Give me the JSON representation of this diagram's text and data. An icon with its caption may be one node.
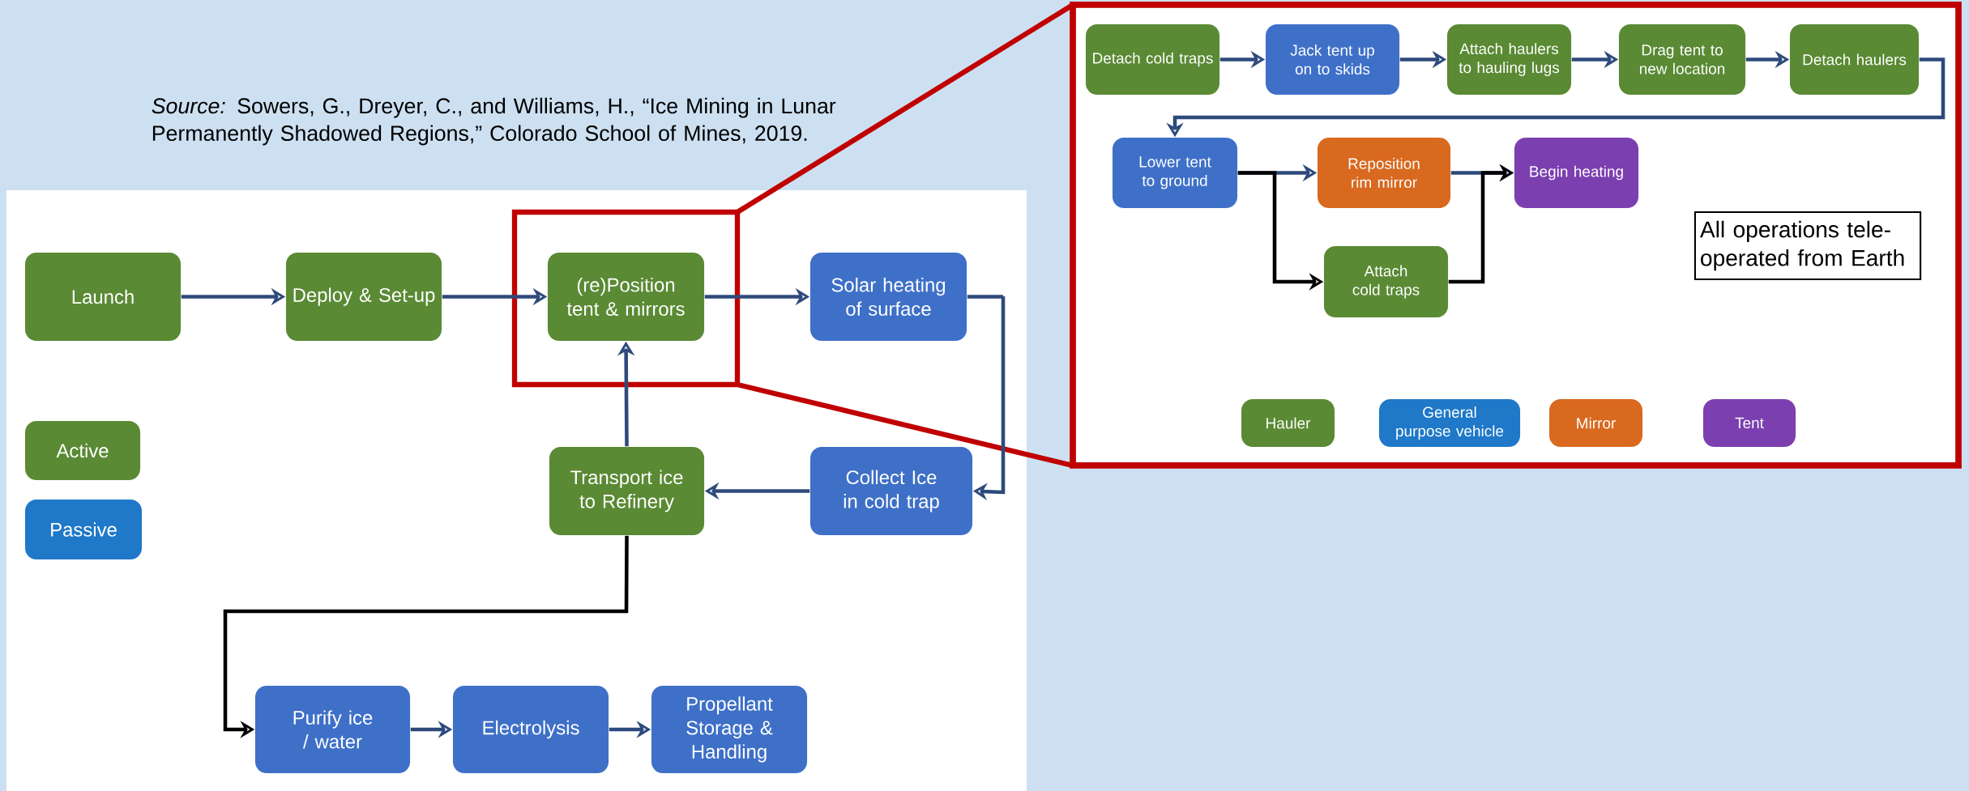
{
  "diagram": {
    "nodes": [
      {
        "text": [
          "Launch"
        ]
      },
      {
        "text": [
          "Deploy & Set-up"
        ]
      },
      {
        "text": [
          "(re)Position tent & mirrors"
        ]
      },
      {
        "text": [
          "Solar heating of surface"
        ]
      },
      {
        "text": [
          "Transport ice to Refinery"
        ]
      },
      {
        "text": [
          "Collect Ice in cold trap"
        ]
      },
      {
        "text": [
          "Purify ice / water"
        ]
      },
      {
        "text": [
          "Electrolysis"
        ]
      },
      {
        "text": [
          "Propellant Storage & Handling"
        ]
      },
      {
        "text": [
          "Detach cold traps"
        ]
      },
      {
        "text": [
          "Jack tent up on to skids"
        ]
      },
      {
        "text": [
          "Attach haulers to hauling lugs"
        ]
      },
      {
        "text": [
          "Drag tent to new location"
        ]
      },
      {
        "text": [
          "Detach haulers"
        ]
      },
      {
        "text": [
          "Lower tent to ground"
        ]
      },
      {
        "text": [
          "Reposition rim mirror"
        ]
      },
      {
        "text": [
          "Begin heating"
        ]
      },
      {
        "text": [
          "Attach cold traps"
        ]
      },
      {
        "text": [
          "All operations tele-operated from Earth"
        ]
      }
    ],
    "edges": [
      {
        "from": 0,
        "to": 1,
        "arrow": "to"
      },
      {
        "from": 1,
        "to": 2,
        "arrow": "to"
      },
      {
        "from": 2,
        "to": 3,
        "arrow": "to"
      },
      {
        "from": 3,
        "to": 5,
        "arrow": "to"
      },
      {
        "from": 5,
        "to": 4,
        "arrow": "to"
      },
      {
        "from": 4,
        "to": 2,
        "arrow": "to"
      },
      {
        "from": 4,
        "to": 6,
        "arrow": "to",
        "color": "#000000"
      },
      {
        "from": 6,
        "to": 7,
        "arrow": "to"
      },
      {
        "from": 7,
        "to": 8,
        "arrow": "to"
      },
      {
        "from": 9,
        "to": 10,
        "arrow": "to"
      },
      {
        "from": 10,
        "to": 11,
        "arrow": "to"
      },
      {
        "from": 11,
        "to": 12,
        "arrow": "to"
      },
      {
        "from": 12,
        "to": 13,
        "arrow": "to"
      },
      {
        "from": 13,
        "to": 14,
        "arrow": "to"
      },
      {
        "from": 14,
        "to": 15,
        "arrow": "to"
      },
      {
        "from": 14,
        "to": 17,
        "arrow": "to",
        "color": "#000000"
      },
      {
        "from": 15,
        "to": 16,
        "arrow": "to"
      },
      {
        "from": 17,
        "to": 16,
        "arrow": "to",
        "color": "#000000"
      }
    ],
    "labels": [
      "*Source:* Sowers, G., Dreyer, C., and Williams, H., “Ice Mining in Lunar Permanently Shadowed Regions,” Colorado School of Mines, 2019."
    ],
    "legend": [
      {
        "text": "Active",
        "color": "#5a8a34"
      },
      {
        "text": "Passive",
        "color": "#1f78c8"
      },
      {
        "text": "Hauler",
        "color": "#5a8a34"
      },
      {
        "text": "General purpose vehicle",
        "color": "#1f78c8"
      },
      {
        "text": "Mirror",
        "color": "#d8691f"
      },
      {
        "text": "Tent",
        "color": "#7b3fb0"
      }
    ]
  }
}
